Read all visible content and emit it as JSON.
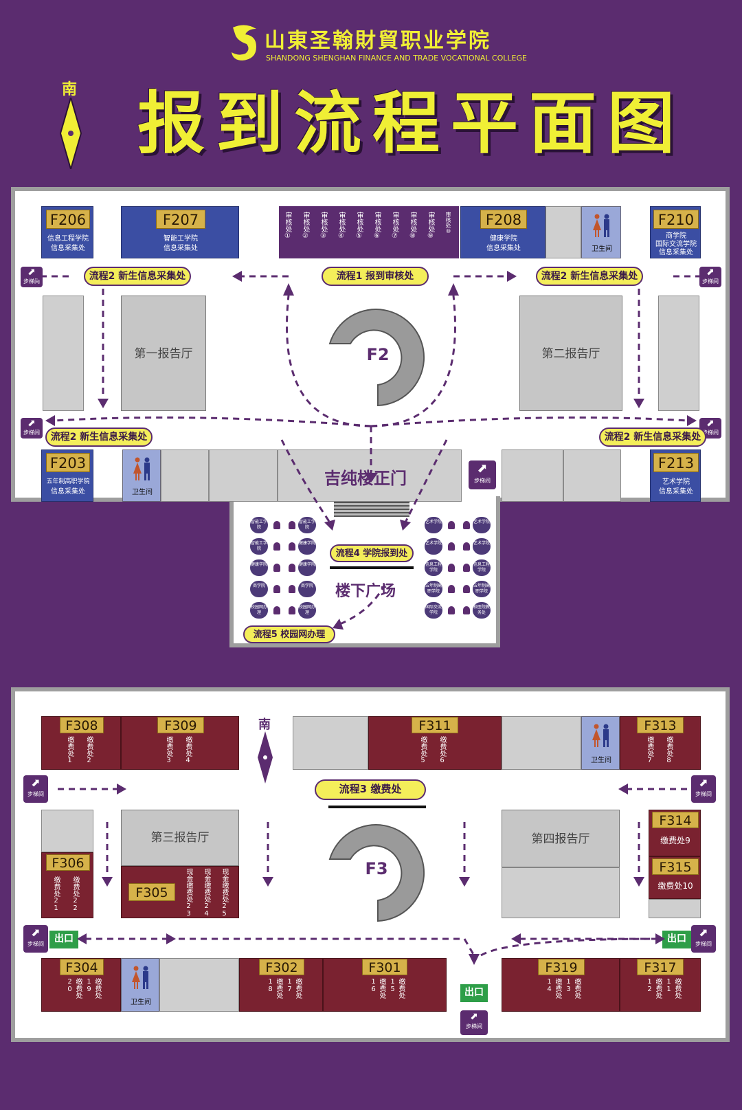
{
  "header": {
    "school_cn": "山東圣翰財貿职业学院",
    "school_en": "SHANDONG SHENGHAN FINANCE AND TRADE VOCATIONAL COLLEGE",
    "title": "报到流程平面图",
    "compass_south": "南"
  },
  "colors": {
    "background": "#5b2c6f",
    "accent": "#f0ef35",
    "room_blue": "#3b4ea3",
    "room_maroon": "#7a2230",
    "tag_gold": "#d6b24a",
    "path": "#5b2c6f",
    "exit_green": "#2e9e48"
  },
  "floor2": {
    "label": "F2",
    "rooms": {
      "f206": {
        "code": "F206",
        "line1": "信息工程学院",
        "line2": "信息采集处"
      },
      "f207": {
        "code": "F207",
        "line1": "智能工学院",
        "line2": "信息采集处"
      },
      "f208": {
        "code": "F208",
        "line1": "健康学院",
        "line2": "信息采集处"
      },
      "f210": {
        "code": "F210",
        "line1": "商学院",
        "line2": "国际交流学院",
        "line3": "信息采集处"
      },
      "f203": {
        "code": "F203",
        "line1": "五年制高职学院",
        "line2": "信息采集处"
      },
      "f213": {
        "code": "F213",
        "line1": "艺术学院",
        "line2": "信息采集处"
      }
    },
    "audit_windows": [
      "审核处①",
      "审核处②",
      "审核处③",
      "审核处④",
      "审核处⑤",
      "审核处⑥",
      "审核处⑦",
      "审核处⑧",
      "审核处⑨",
      "审核处⑩"
    ],
    "restroom": "卫生间",
    "stairs": "步梯间",
    "hall1": "第一报告厅",
    "hall2": "第二报告厅",
    "main_door": "吉纯楼正门",
    "pills": {
      "p1": "流程1 报到审核处",
      "p2a": "流程2 新生信息采集处",
      "p2b": "流程2 新生信息采集处",
      "p2c": "流程2 新生信息采集处",
      "p2d": "流程2 新生信息采集处",
      "p4": "流程4 学院报到处",
      "p5": "流程5 校园网办理"
    },
    "plaza": "楼下广场",
    "plaza_left_badges": [
      "智能工学院",
      "健康学院",
      "健康学院",
      "商学院",
      "校园网办理"
    ],
    "plaza_left_badges_outer": [
      "智能工学院",
      "智能工学院",
      "健康学院",
      "商学院",
      "校园网办理"
    ],
    "plaza_right_badges_inner": [
      "艺术学院",
      "艺术学院",
      "信息工程学院",
      "五年制高职学院",
      "国际交流学院"
    ],
    "plaza_right_badges_outer": [
      "艺术学院",
      "艺术学院",
      "信息工程学院",
      "五年制高职学院",
      "校医院教务处"
    ]
  },
  "floor3": {
    "label": "F3",
    "compass_south": "南",
    "pill3": "流程3 缴费处",
    "hall3": "第三报告厅",
    "hall4": "第四报告厅",
    "restroom": "卫生间",
    "stairs": "步梯间",
    "exit": "出口",
    "rooms": {
      "f308": {
        "code": "F308",
        "win": [
          "缴费处1",
          "缴费处2"
        ]
      },
      "f309": {
        "code": "F309",
        "win": [
          "缴费处3",
          "缴费处4"
        ]
      },
      "f311": {
        "code": "F311",
        "win": [
          "缴费处5",
          "缴费处6"
        ]
      },
      "f313": {
        "code": "F313",
        "win": [
          "缴费处7",
          "缴费处8"
        ]
      },
      "f314": {
        "code": "F314",
        "line": "缴费处9"
      },
      "f315": {
        "code": "F315",
        "line": "缴费处10"
      },
      "f306": {
        "code": "F306",
        "win": [
          "缴费处21",
          "缴费处22"
        ]
      },
      "f305": {
        "code": "F305",
        "win": [
          "现金缴费处23",
          "现金缴费处24",
          "现金缴费处25"
        ]
      },
      "f304": {
        "code": "F304",
        "win": [
          "缴费处20",
          "缴费处19"
        ]
      },
      "f302": {
        "code": "F302",
        "win": [
          "缴费处18",
          "缴费处17"
        ]
      },
      "f301": {
        "code": "F301",
        "win": [
          "缴费处16",
          "缴费处15"
        ]
      },
      "f319": {
        "code": "F319",
        "win": [
          "缴费处14",
          "缴费处13"
        ]
      },
      "f317": {
        "code": "F317",
        "win": [
          "缴费处12",
          "缴费处11"
        ]
      }
    }
  }
}
